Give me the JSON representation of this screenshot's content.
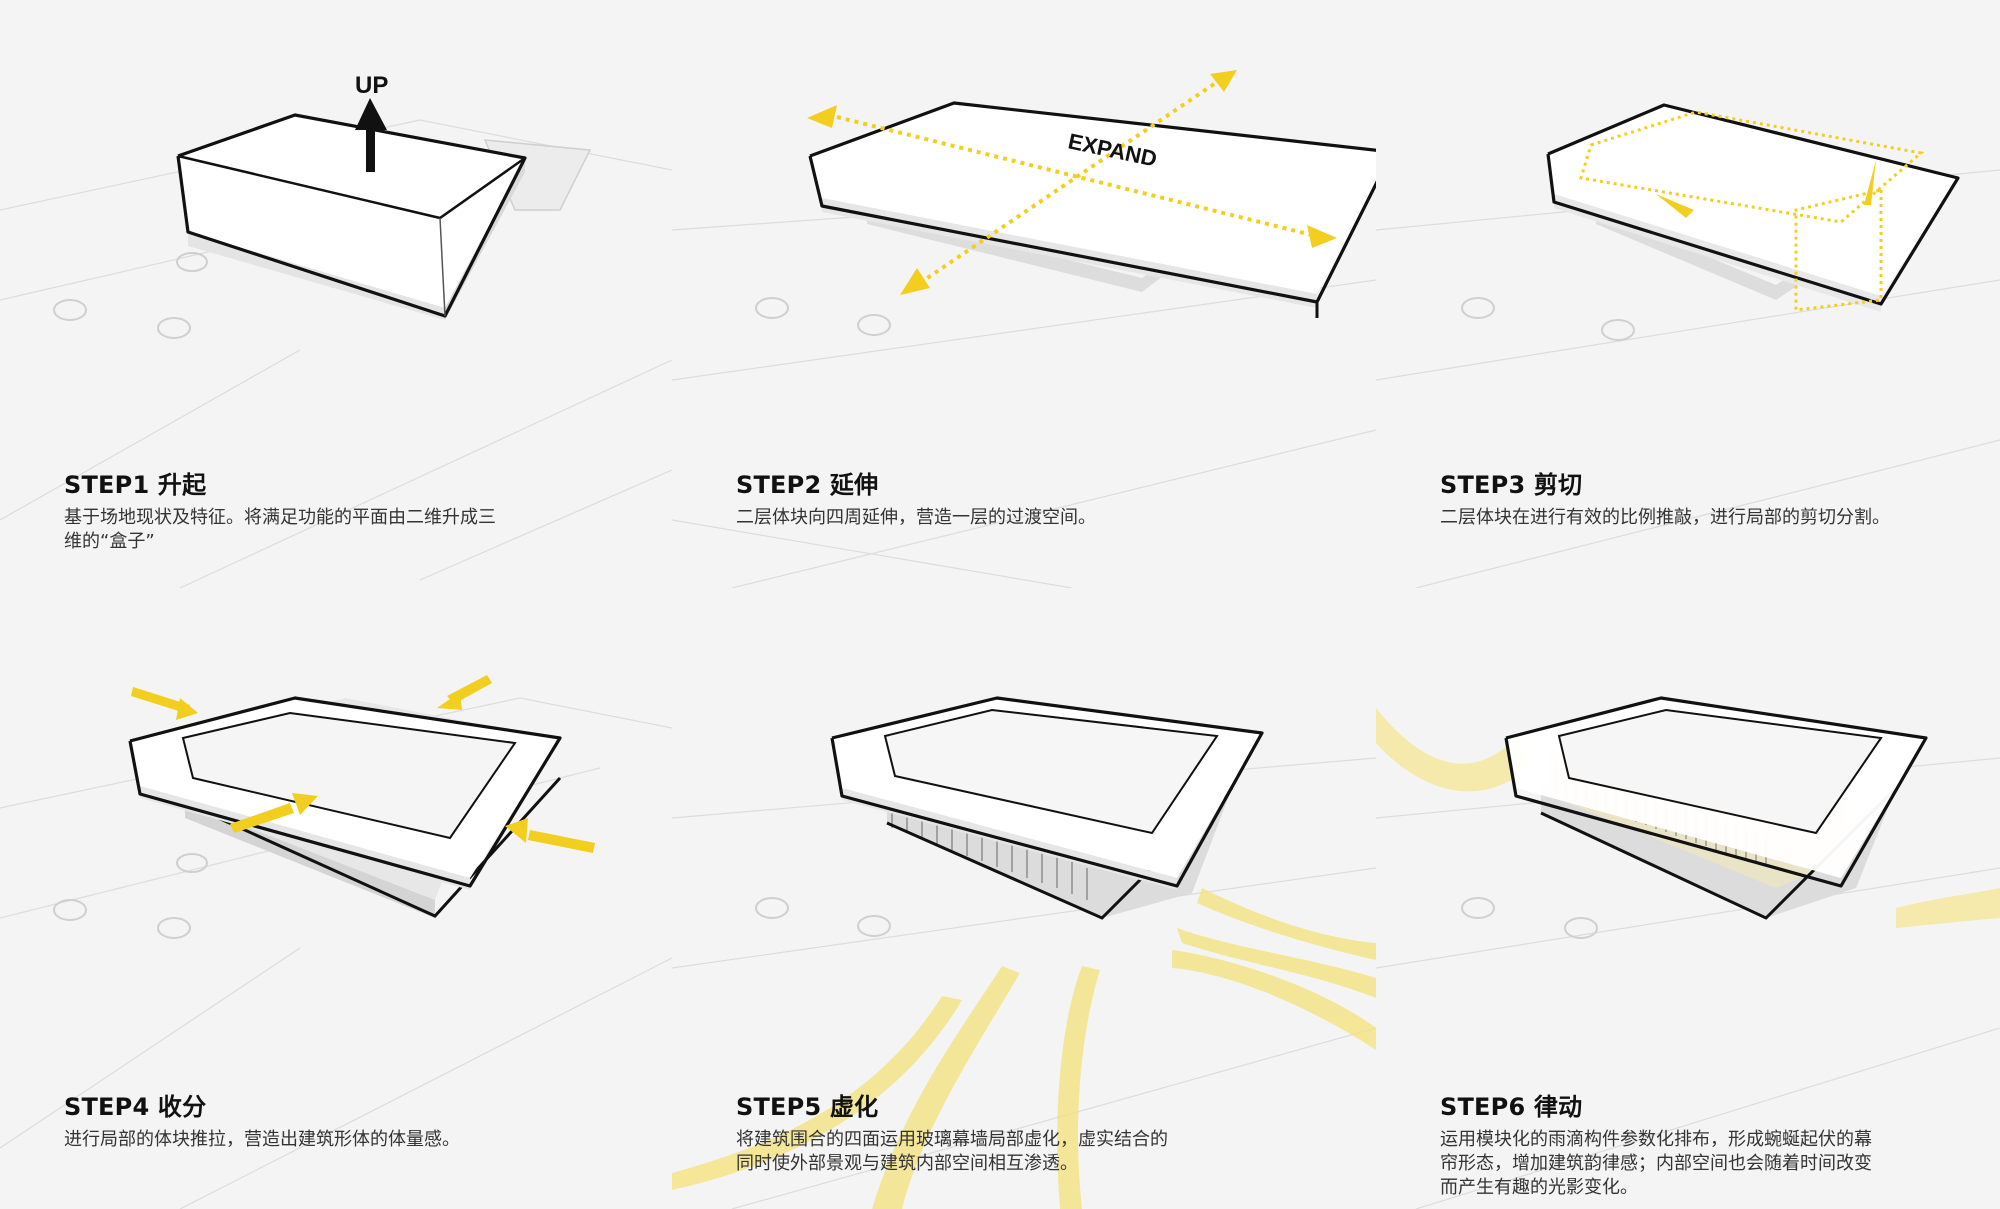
{
  "colors": {
    "background": "#f4f4f4",
    "accent_yellow": "#f2cf1f",
    "flow_yellow": "#f5e27a",
    "outline": "#111111"
  },
  "steps": [
    {
      "title": "STEP1 升起",
      "desc_lines": [
        "基于场地现状及特征。将满足功能的平面由二维升成三",
        "维的“盒子”"
      ],
      "label": "UP",
      "icon": "arrow-up-icon"
    },
    {
      "title": "STEP2 延伸",
      "desc_lines": [
        "二层体块向四周延伸，营造一层的过渡空间。"
      ],
      "label": "EXPAND",
      "icon": "expand-arrows-icon"
    },
    {
      "title": "STEP3 剪切",
      "desc_lines": [
        "二层体块在进行有效的比例推敲，进行局部的剪切分割。"
      ],
      "icon": "cut-outline-icon"
    },
    {
      "title": "STEP4 收分",
      "desc_lines": [
        "进行局部的体块推拉，营造出建筑形体的体量感。"
      ],
      "icon": "inward-arrows-icon"
    },
    {
      "title": "STEP5 虚化",
      "desc_lines": [
        "将建筑围合的四面运用玻璃幕墙局部虚化，虚实结合的",
        "同时使外部景观与建筑内部空间相互渗透。"
      ],
      "icon": "light-flow-icon"
    },
    {
      "title": "STEP6 律动",
      "desc_lines": [
        "运用模块化的雨滴构件参数化排布，形成蜿蜒起伏的幕",
        "帘形态，增加建筑韵律感；内部空间也会随着时间改变",
        "而产生有趣的光影变化。"
      ],
      "icon": "wave-flow-icon"
    }
  ]
}
